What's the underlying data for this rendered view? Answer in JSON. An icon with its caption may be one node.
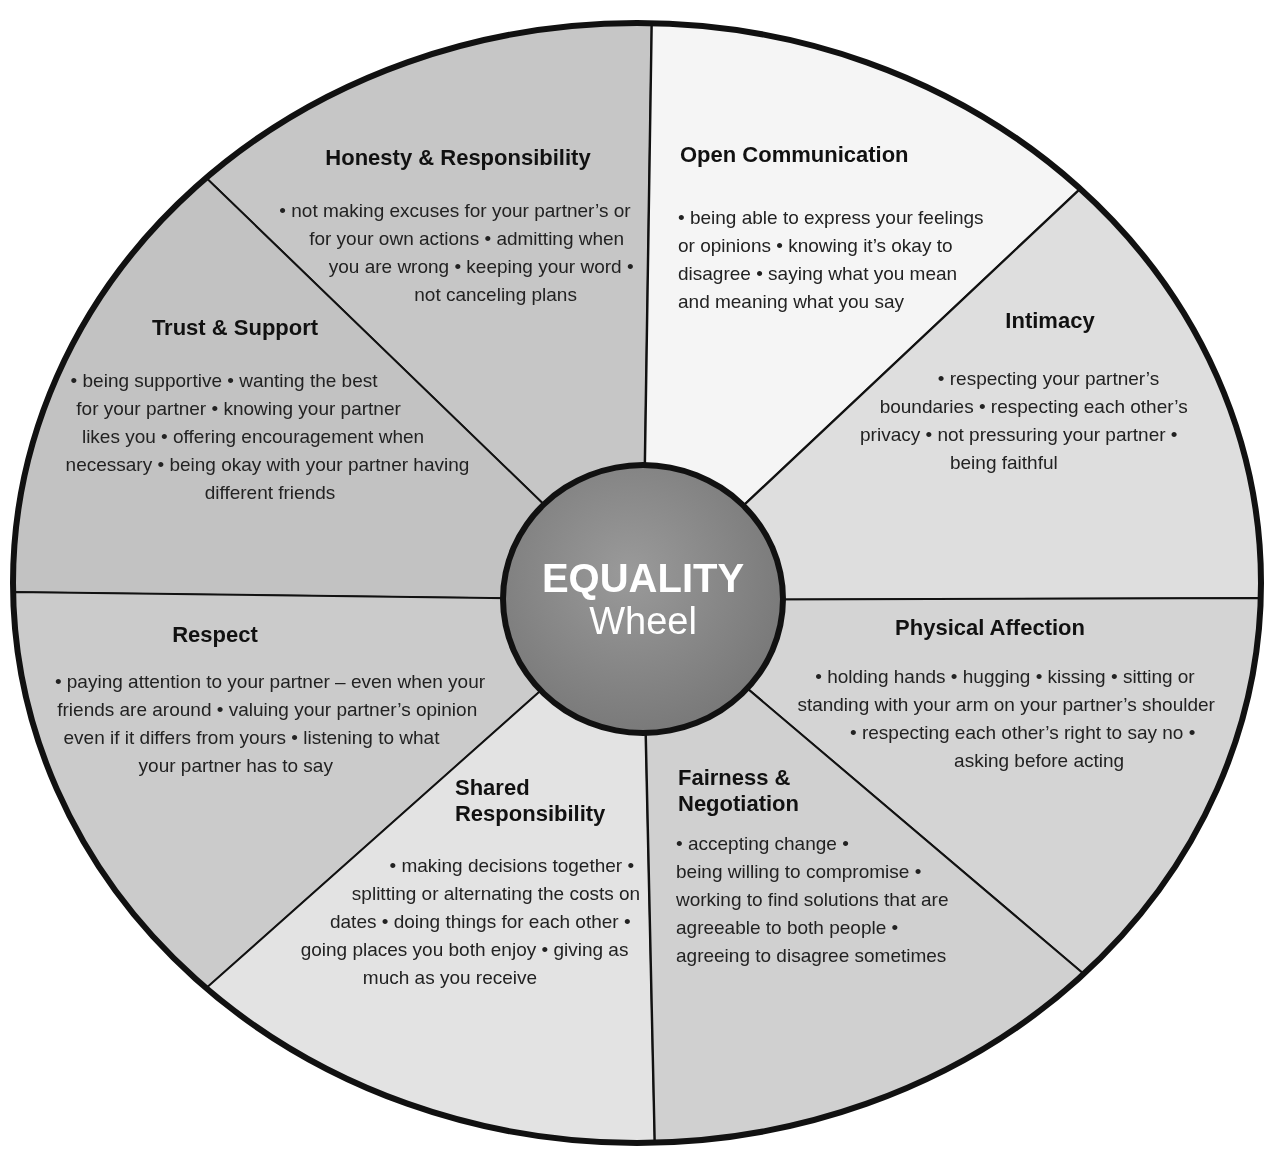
{
  "diagram": {
    "nodes": [
      {
        "text": [
          "Honesty & Responsibility",
          "• not making excuses for your partner’s or for your own actions • admitting when you are wrong • keeping your word • not canceling plans"
        ]
      },
      {
        "text": [
          "Open Communication",
          "• being able to express your feelings or opinions • knowing it’s okay to disagree • saying what you mean and meaning what you say"
        ]
      },
      {
        "text": [
          "Trust & Support",
          "• being supportive • wanting the best for your partner • knowing your partner likes you • offering encouragement when necessary • being okay with your partner having different friends"
        ]
      },
      {
        "text": [
          "Intimacy",
          "• respecting your partner’s boundaries • respecting each other’s privacy • not pressuring your partner • being faithful"
        ]
      },
      {
        "text": [
          "EQUALITY",
          "Wheel"
        ]
      },
      {
        "text": [
          "Respect",
          "• paying attention to your partner – even when your friends are around • valuing your partner’s opinion even if it differs from yours • listening to what your partner has to say"
        ]
      },
      {
        "text": [
          "Physical Affection",
          "• holding hands • hugging • kissing • sitting or standing with your arm on your partner’s shoulder • respecting each other’s right to say no • asking before acting"
        ]
      },
      {
        "text": [
          "Shared Responsibility",
          "• making decisions together • splitting or alternating the costs on dates • doing things for each other • going places you both enjoy • giving as much as you receive"
        ]
      },
      {
        "text": [
          "Fairness & Negotiation",
          "• accepting change • being willing to compromise • working to find solutions that are agreeable to both people • agreeing to disagree sometimes"
        ]
      }
    ]
  }
}
